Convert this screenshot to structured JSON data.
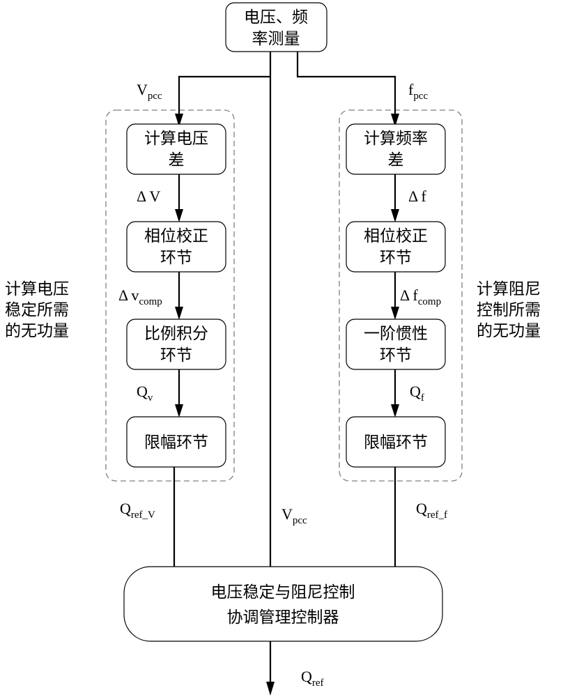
{
  "nodes": {
    "measure": [
      "电压、频",
      "率测量"
    ],
    "calc_v": [
      "计算电压",
      "差"
    ],
    "phase_v": [
      "相位校正",
      "环节"
    ],
    "pi_v": [
      "比例积分",
      "环节"
    ],
    "limit_v": [
      "限幅环节"
    ],
    "calc_f": [
      "计算频率",
      "差"
    ],
    "phase_f": [
      "相位校正",
      "环节"
    ],
    "inertia_f": [
      "一阶惯性",
      "环节"
    ],
    "limit_f": [
      "限幅环节"
    ],
    "coordinator": [
      "电压稳定与阻尼控制",
      "协调管理控制器"
    ]
  },
  "groups": {
    "left": [
      "计算电压",
      "稳定所需",
      "的无功量"
    ],
    "right": [
      "计算阻尼",
      "控制所需",
      "的无功量"
    ]
  },
  "signals": {
    "vpcc_top": {
      "main": "V",
      "sub": "pcc"
    },
    "fpcc_top": {
      "main": "f",
      "sub": "pcc"
    },
    "delta_v": {
      "main": "Δ V",
      "sub": ""
    },
    "delta_f": {
      "main": "Δ f",
      "sub": ""
    },
    "delta_vcomp": {
      "main": "Δ v",
      "sub": "comp"
    },
    "delta_fcomp": {
      "main": "Δ f",
      "sub": "comp"
    },
    "qv": {
      "main": "Q",
      "sub": "v"
    },
    "qf": {
      "main": "Q",
      "sub": "f"
    },
    "qref_v": {
      "main": "Q",
      "sub": "ref_V"
    },
    "vpcc_mid": {
      "main": "V",
      "sub": "pcc"
    },
    "qref_f": {
      "main": "Q",
      "sub": "ref_f"
    },
    "qref": {
      "main": "Q",
      "sub": "ref"
    }
  }
}
